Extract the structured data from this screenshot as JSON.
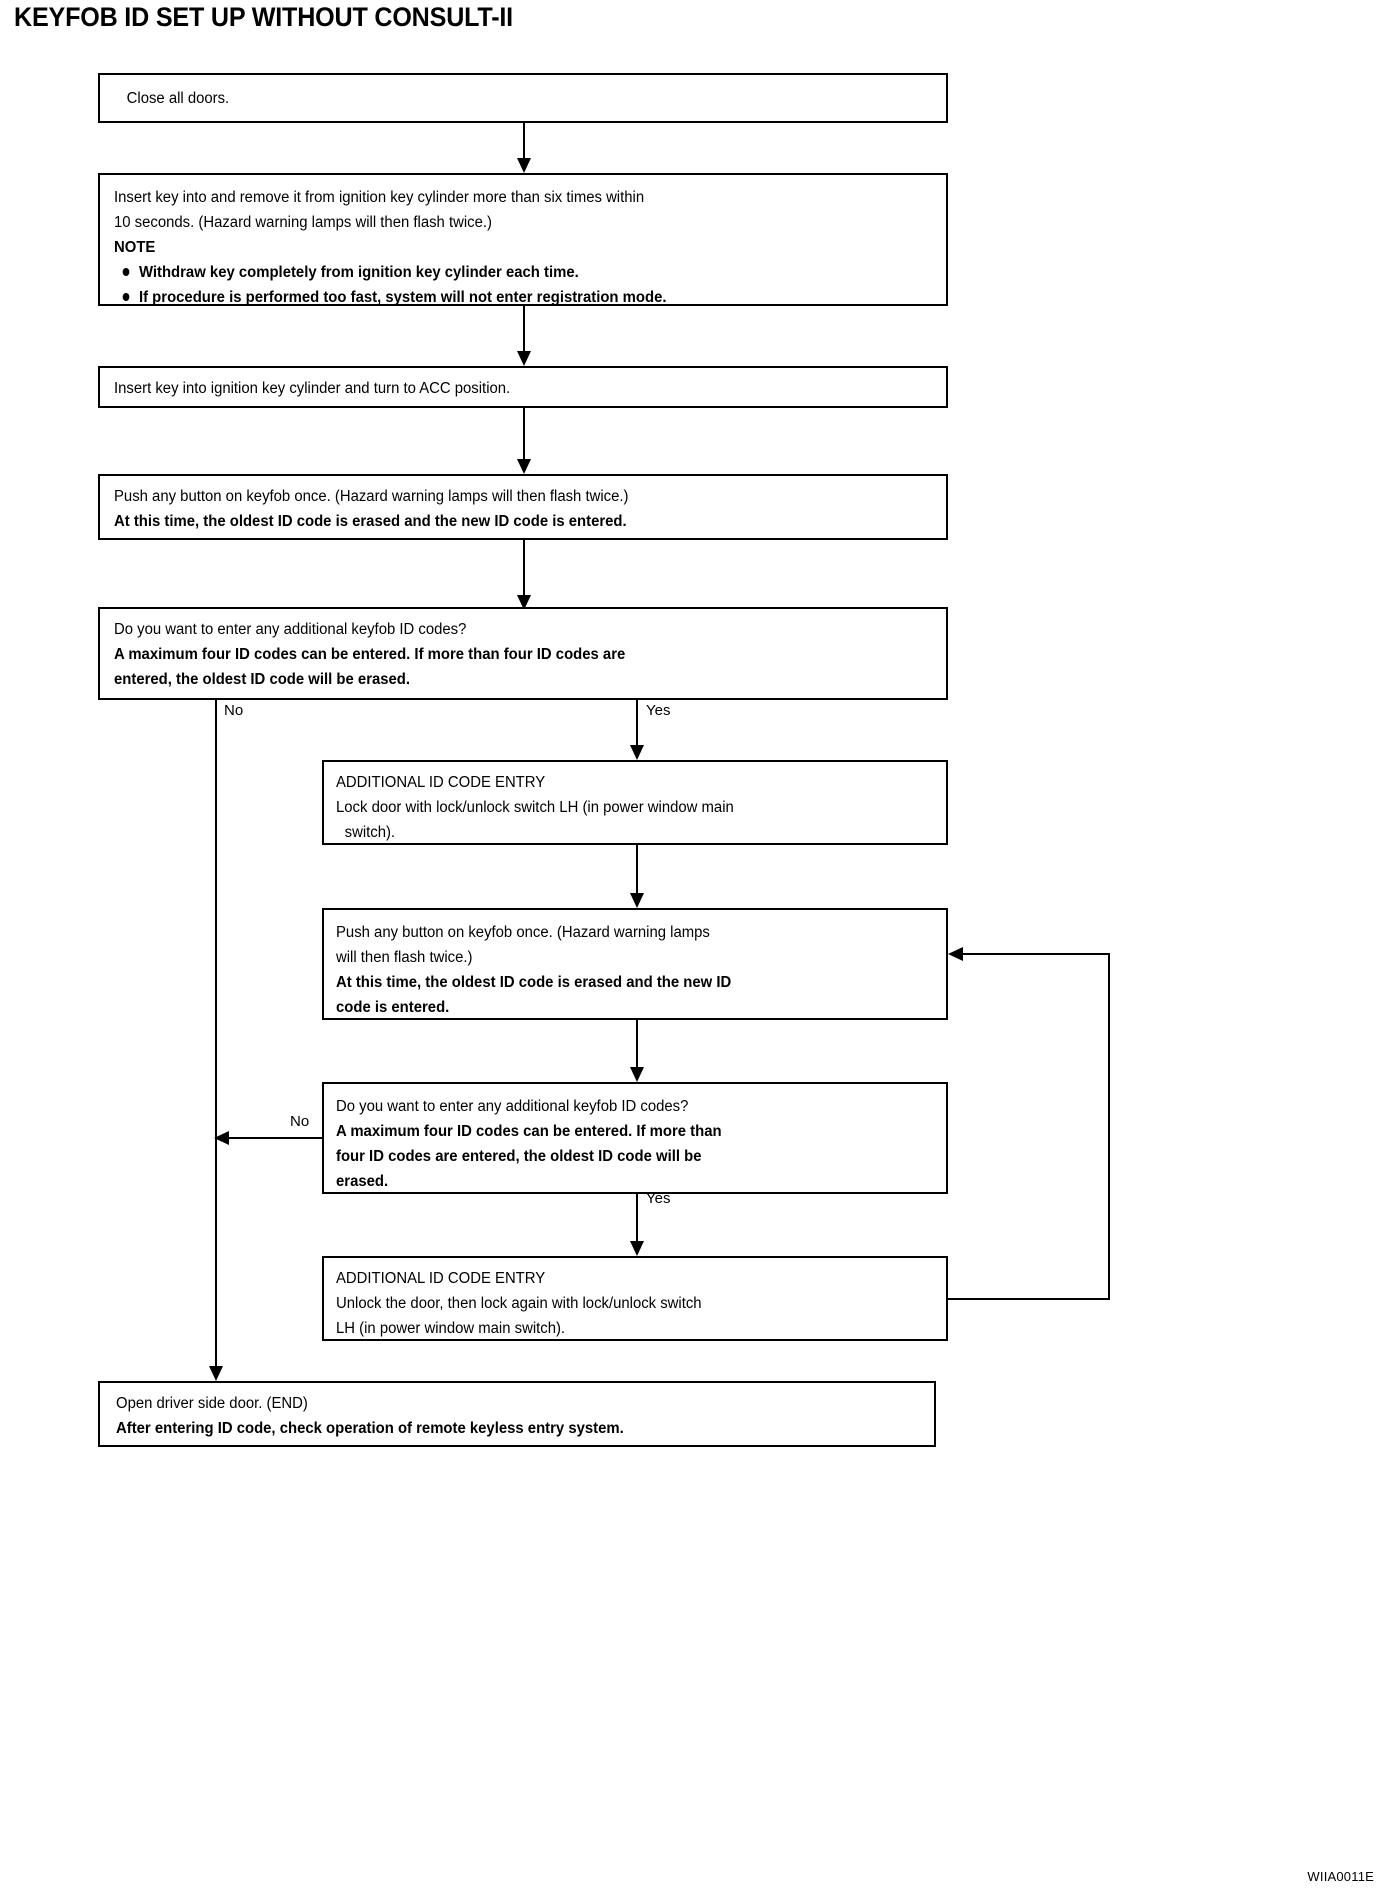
{
  "title": "KEYFOB ID SET UP WITHOUT CONSULT-II",
  "figure_code": "WIIA0011E",
  "boxes": {
    "close_doors": {
      "lines": [
        "Close all doors."
      ]
    },
    "insert_remove_key": {
      "lines": [
        "Insert key into and remove it from ignition key cylinder more than six times within",
        "10 seconds. (Hazard warning lamps will then flash twice.)",
        "NOTE"
      ],
      "bullets": [
        "Withdraw key completely from ignition key cylinder each time.",
        "If procedure is performed too fast, system will not enter registration mode."
      ]
    },
    "turn_acc": {
      "lines": [
        "Insert key into ignition key cylinder and turn to ACC position."
      ]
    },
    "push_button_1": {
      "lines": [
        "Push any button on keyfob once. (Hazard warning lamps will then flash twice.)",
        "At this time, the oldest ID code is erased and the new ID code is entered."
      ]
    },
    "decision_1": {
      "lines": [
        "Do you want to enter any additional keyfob ID codes?",
        "A maximum four ID codes can be entered. If more than four ID codes are",
        "entered, the oldest ID code will be erased."
      ]
    },
    "entry_lock": {
      "lines": [
        "ADDITIONAL ID CODE ENTRY",
        "Lock door with lock/unlock switch LH (in power window main",
        "switch)."
      ]
    },
    "push_button_2": {
      "lines": [
        "Push any button on keyfob once. (Hazard warning lamps",
        "will then flash twice.)",
        "At this time, the oldest ID code is erased and the new ID",
        "code is entered."
      ]
    },
    "decision_2": {
      "lines": [
        "Do you want to enter any additional keyfob ID codes?",
        "A maximum four ID codes can be entered. If more than",
        "four ID codes are entered, the oldest ID code will be",
        "erased."
      ]
    },
    "entry_unlock": {
      "lines": [
        "ADDITIONAL ID CODE ENTRY",
        "Unlock the door, then lock again with lock/unlock switch",
        "LH (in power window main switch)."
      ]
    },
    "end_box": {
      "lines": [
        "Open driver side door. (END)",
        "After entering ID code, check operation of remote keyless entry system."
      ]
    }
  },
  "branch_labels": {
    "no_1": "No",
    "yes_1": "Yes",
    "no_2": "No",
    "yes_2": "Yes"
  }
}
